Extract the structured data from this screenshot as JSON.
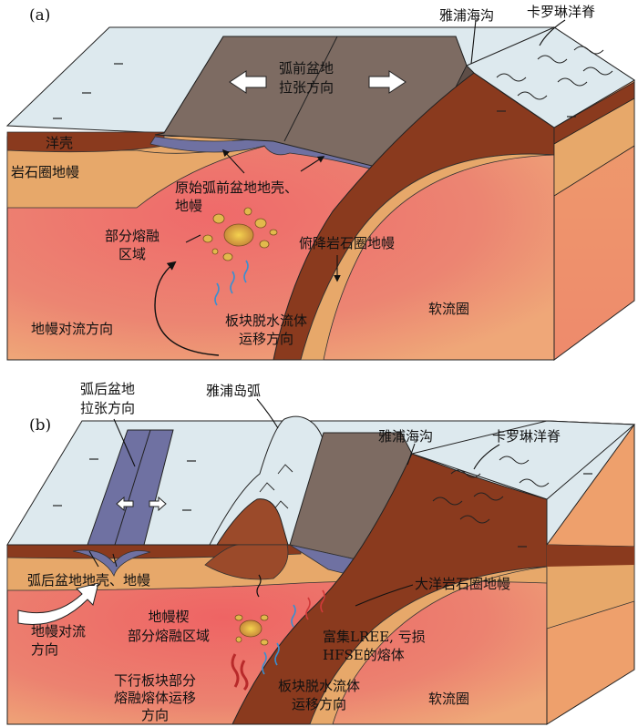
{
  "panel_a": {
    "tag": "(a)",
    "labels": {
      "forearc_line1": "弧前盆地",
      "forearc_line2": "拉张方向",
      "trench": "雅浦海沟",
      "ridge": "卡罗琳洋脊",
      "crust": "洋壳",
      "lith_mantle": "岩石圈地幔",
      "proto_line1": "原始弧前盆地地壳、",
      "proto_line2": "地幔",
      "melt_line1": "部分熔融",
      "melt_line2": "区域",
      "subduct": "俯降岩石圈地幔",
      "convection": "地幔对流方向",
      "fluid_line1": "板块脱水流体",
      "fluid_line2": "运移方向",
      "astheno": "软流圈"
    }
  },
  "panel_b": {
    "tag": "(b)",
    "labels": {
      "backarc_line1": "弧后盆地",
      "backarc_line2": "拉张方向",
      "arc": "雅浦岛弧",
      "trench": "雅浦海沟",
      "ridge": "卡罗琳洋脊",
      "backarc_crust": "弧后盆地地壳、地幔",
      "ocean_lith": "大洋岩石圈地幔",
      "convection_line1": "地幔对流",
      "convection_line2": "方向",
      "wedge_line1": "地幔楔",
      "wedge_line2": "部分熔融区域",
      "lree_line1": "富集LREE, 亏损",
      "lree_line2": "HFSE的熔体",
      "slabmelt_line1": "下行板块部分",
      "slabmelt_line2": "熔融熔体运移",
      "slabmelt_line3": "方向",
      "fluid_line1": "板块脱水流体",
      "fluid_line2": "运移方向",
      "astheno": "软流圈"
    }
  },
  "colors": {
    "sea": "#dde9ee",
    "crust": "#8a3a1e",
    "lithosphere": "#e7a86a",
    "mantle": "#ea7068",
    "block": "#7d6b62",
    "basin": "#6f71a2",
    "melt": "#e2b94c",
    "fluid": "#3a8fd0"
  }
}
